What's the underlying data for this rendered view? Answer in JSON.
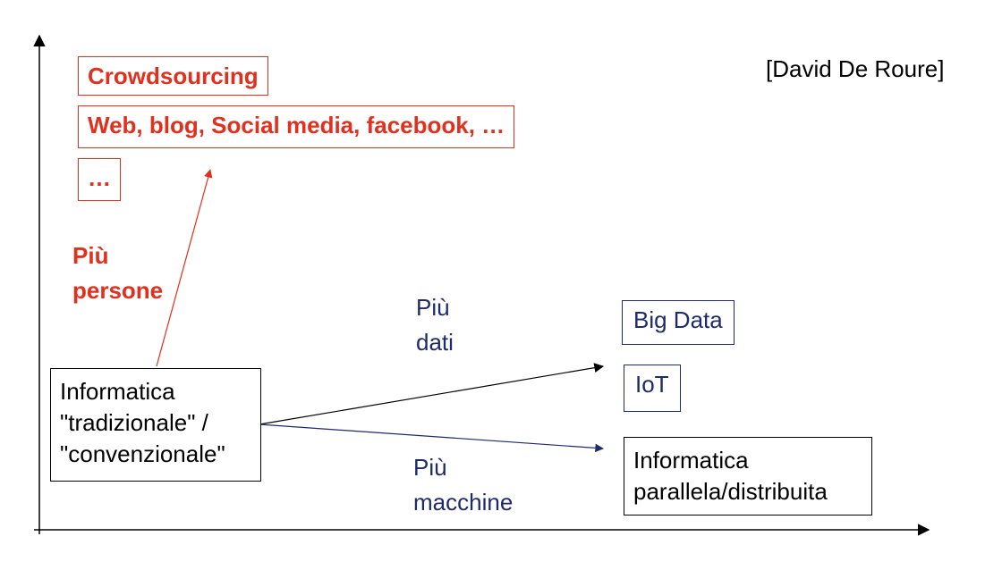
{
  "colors": {
    "people": "#e0301e",
    "data": "#1f2a6b",
    "machines": "#1f2a6b",
    "base": "#000000"
  },
  "citation": "[David De Roure]",
  "origin_box": {
    "lines": [
      "Informatica",
      "\"tradizionale\" /",
      "\"convenzionale\""
    ]
  },
  "people": {
    "label_lines": [
      "Più",
      "persone"
    ],
    "boxes": [
      "Crowdsourcing",
      "Web, blog, Social media, facebook, …",
      "…"
    ]
  },
  "data": {
    "label_lines": [
      "Più",
      "dati"
    ],
    "boxes": [
      "Big Data",
      "IoT"
    ]
  },
  "machines": {
    "label_lines": [
      "Più",
      "macchine"
    ],
    "box_lines": [
      "Informatica",
      "parallela/distribuita"
    ]
  }
}
